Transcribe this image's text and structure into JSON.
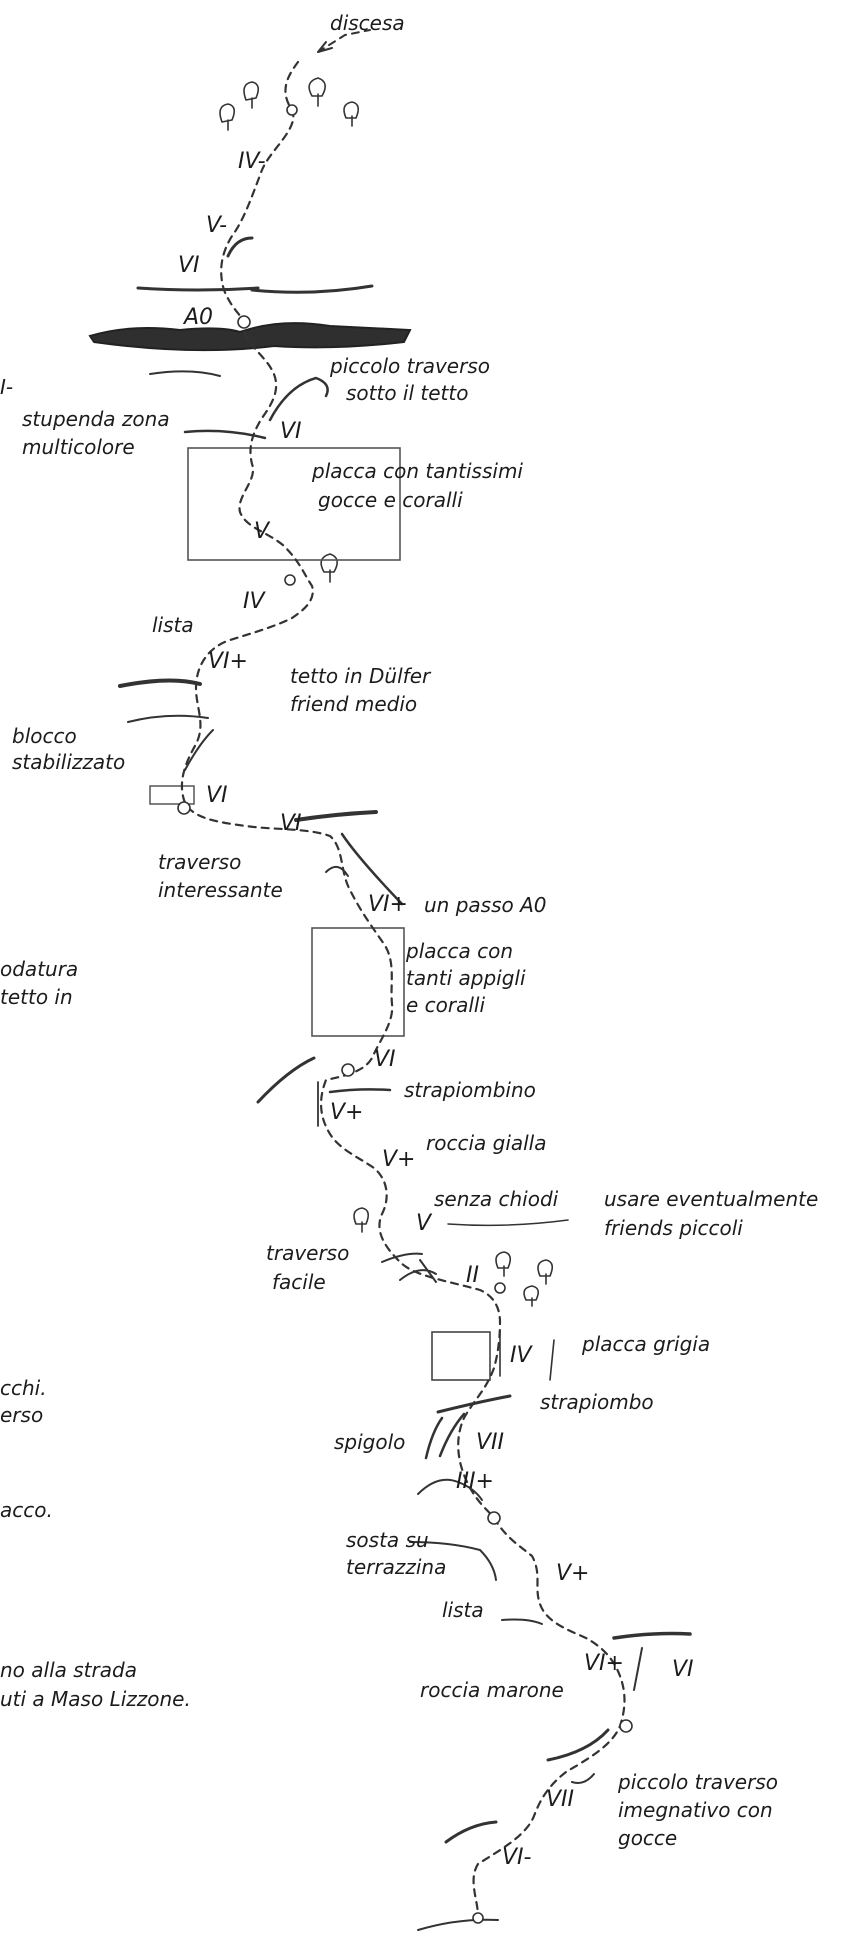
{
  "topo": {
    "labels": {
      "discesa": "discesa",
      "iv_minus_top": "IV-",
      "v_minus": "V-",
      "vi_1": "VI",
      "a0": "A0",
      "i_minus_cut": "I-",
      "piccolo_traverso_1": "piccolo traverso",
      "sotto_il_tetto": "sotto il tetto",
      "stupenda_zona": "stupenda zona",
      "multicolore": "multicolore",
      "vi_2": "VI",
      "placca_tantissimi": "placca con tantissimi",
      "gocce_coralli": "gocce e coralli",
      "v_1": "V",
      "iv_1": "IV",
      "lista_1": "lista",
      "vi_plus_1": "VI+",
      "tetto_dulfer": "tetto in Dülfer",
      "friend_medio": "friend medio",
      "blocco": "blocco",
      "stabilizzato": "stabilizzato",
      "vi_3": "VI",
      "vi_4": "VI",
      "traverso_int_1": "traverso",
      "traverso_int_2": "interessante",
      "vi_plus_passo": "VI+",
      "un_passo_a0": "un passo A0",
      "odatura": "odatura",
      "tetto_in": "tetto in",
      "placca_con": "placca con",
      "tanti_appigli": "tanti appigli",
      "e_coralli": "e coralli",
      "vi_5": "VI",
      "strapiombino": "strapiombino",
      "v_plus_1": "V+",
      "v_plus_2": "V+",
      "roccia_gialla": "roccia gialla",
      "senza_chiodi": "senza chiodi",
      "v_2": "V",
      "usare_1": "usare eventualmente",
      "usare_2": "friends piccoli",
      "traverso_facile_1": "traverso",
      "traverso_facile_2": "facile",
      "ii": "II",
      "iv_2": "IV",
      "placca_grigia": "placca grigia",
      "strapiombo": "strapiombo",
      "cchi": "cchi.",
      "erso": "erso",
      "spigolo": "spigolo",
      "vii_1": "VII",
      "iii_plus": "III+",
      "acco": "acco.",
      "sosta_1": "sosta su",
      "sosta_2": "terrazzina",
      "v_plus_3": "V+",
      "lista_2": "lista",
      "vi_plus_2": "VI+",
      "vi_6": "VI",
      "no_alla_strada": "no alla strada",
      "maso_lizzone": "uti a Maso Lizzone.",
      "roccia_marone": "roccia marone",
      "piccolo_traverso_2": "piccolo traverso",
      "imegnativo": "imegnativo con",
      "gocce": "gocce",
      "vii_2": "VII",
      "vi_minus": "VI-"
    }
  }
}
